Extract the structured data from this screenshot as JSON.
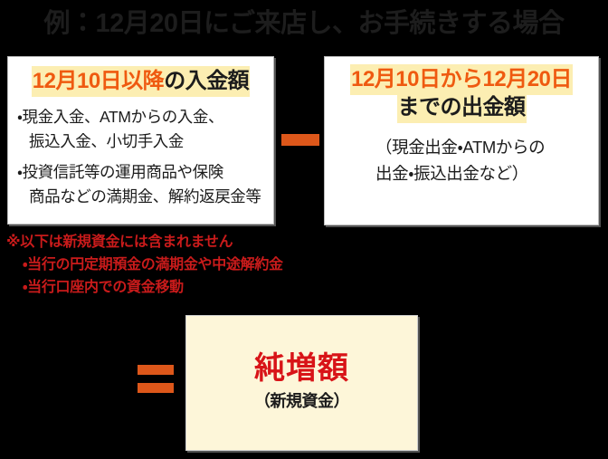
{
  "title": "例：12月20日にご来店し、お手続きする場合",
  "deposit_box": {
    "heading_highlight_orange": "12月10日以降",
    "heading_highlight_black": "の入金額",
    "bullets": [
      {
        "line1": "・現金入金、ATMからの入金、",
        "line2": "振込入金、小切手入金"
      },
      {
        "line1": "・投資信託等の運用商品や保険",
        "line2": "商品などの満期金、解約返戻金等"
      }
    ]
  },
  "operator_minus": "−",
  "withdraw_box": {
    "heading_line1_orange": "12月10日から12月20日",
    "heading_line2_black": "までの出金額",
    "body_line1": "（現金出金・ATMからの",
    "body_line2": "出金・振込出金など）"
  },
  "note": {
    "line1": "※以下は新規資金には含まれません",
    "line2": "・当行の円定期預金の満期金や中途解約金",
    "line3": "・当行口座内での資金移動"
  },
  "operator_equals": "=",
  "result_box": {
    "main": "純増額",
    "sub": "（新規資金）"
  },
  "colors": {
    "background": "#000000",
    "orange_accent": "#ef5a10",
    "operator_orange": "#dd571a",
    "highlight_yellow": "#fceeb2",
    "note_red": "#c91b1b",
    "result_red": "#d81418",
    "result_cream": "#fdf6d9",
    "box_white": "#ffffff",
    "text_black": "#1c1c1c"
  }
}
